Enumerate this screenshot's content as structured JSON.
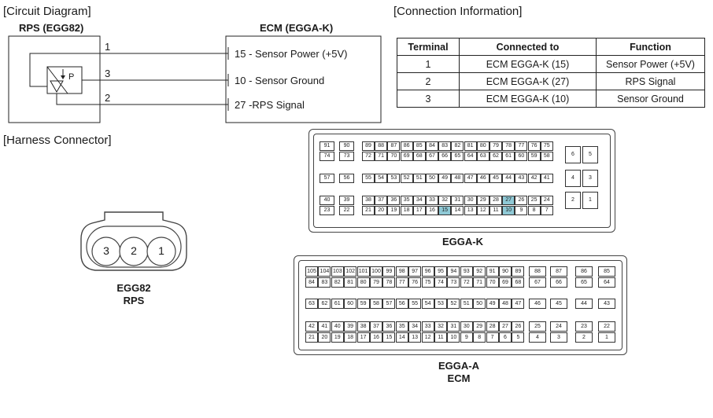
{
  "headings": {
    "circuit": "[Circuit Diagram]",
    "connection": "[Connection Information]",
    "harness": "[Harness Connector]"
  },
  "circuit": {
    "sensor_title": "RPS (EGG82)",
    "ecm_title": "ECM (EGGA-K)",
    "sensor_symbol": "P",
    "sensor_pins": [
      "1",
      "3",
      "2"
    ],
    "ecm_pins": [
      {
        "num": "15",
        "label": "- Sensor Power (+5V)"
      },
      {
        "num": "10",
        "label": "- Sensor Ground"
      },
      {
        "num": "27",
        "label": "-RPS Signal"
      }
    ]
  },
  "table": {
    "headers": [
      "Terminal",
      "Connected to",
      "Function"
    ],
    "rows": [
      [
        "1",
        "ECM EGGA-K (15)",
        "Sensor Power (+5V)"
      ],
      [
        "2",
        "ECM EGGA-K (27)",
        "RPS Signal"
      ],
      [
        "3",
        "ECM EGGA-K (10)",
        "Sensor Ground"
      ]
    ]
  },
  "rps_connector": {
    "pins": [
      "3",
      "2",
      "1"
    ],
    "label_line1": "EGG82",
    "label_line2": "RPS"
  },
  "egga_k": {
    "label": "EGGA-K",
    "highlight": [
      "15",
      "27",
      "10"
    ],
    "highlight_color": "#8fc9d6",
    "left_col": [
      [
        "91",
        "74"
      ],
      [
        "57"
      ],
      [
        "40",
        "23"
      ]
    ],
    "second_col": [
      [
        "90",
        "73"
      ],
      [
        "56"
      ],
      [
        "39",
        "22"
      ]
    ],
    "main_block": [
      [
        "89",
        "88",
        "87",
        "86",
        "85",
        "84",
        "83",
        "82",
        "81",
        "80",
        "79",
        "78",
        "77",
        "76",
        "75"
      ],
      [
        "72",
        "71",
        "70",
        "69",
        "68",
        "67",
        "66",
        "65",
        "64",
        "63",
        "62",
        "61",
        "60",
        "59",
        "58"
      ],
      [
        "55",
        "54",
        "53",
        "52",
        "51",
        "50",
        "49",
        "48",
        "47",
        "46",
        "45",
        "44",
        "43",
        "42",
        "41"
      ],
      [
        "38",
        "37",
        "36",
        "35",
        "34",
        "33",
        "32",
        "31",
        "30",
        "29",
        "28",
        "27",
        "26",
        "25",
        "24"
      ],
      [
        "21",
        "20",
        "19",
        "18",
        "17",
        "16",
        "15",
        "14",
        "13",
        "12",
        "11",
        "10",
        "9",
        "8",
        "7"
      ]
    ],
    "right_pins": [
      [
        "6",
        "5"
      ],
      [
        "4",
        "3"
      ],
      [
        "2",
        "1"
      ]
    ]
  },
  "egga_a": {
    "label": "EGGA-A",
    "sublabel": "ECM",
    "main_block": [
      [
        "105",
        "104",
        "103",
        "102",
        "101",
        "100",
        "99",
        "98",
        "97",
        "96",
        "95",
        "94",
        "93",
        "92",
        "91",
        "90",
        "89"
      ],
      [
        "84",
        "83",
        "82",
        "81",
        "80",
        "79",
        "78",
        "77",
        "76",
        "75",
        "74",
        "73",
        "72",
        "71",
        "70",
        "69",
        "68"
      ],
      [
        "63",
        "62",
        "61",
        "60",
        "59",
        "58",
        "57",
        "56",
        "55",
        "54",
        "53",
        "52",
        "51",
        "50",
        "49",
        "48",
        "47"
      ],
      [
        "42",
        "41",
        "40",
        "39",
        "38",
        "37",
        "36",
        "35",
        "34",
        "33",
        "32",
        "31",
        "30",
        "29",
        "28",
        "27",
        "26"
      ],
      [
        "21",
        "20",
        "19",
        "18",
        "17",
        "16",
        "15",
        "14",
        "13",
        "12",
        "11",
        "10",
        "9",
        "8",
        "7",
        "6",
        "5"
      ]
    ],
    "right_cols": [
      [
        "88",
        "67",
        "46",
        "25",
        "4"
      ],
      [
        "87",
        "66",
        "45",
        "24",
        "3"
      ],
      [
        "86",
        "65",
        "44",
        "23",
        "2"
      ],
      [
        "85",
        "64",
        "43",
        "22",
        "1"
      ]
    ]
  }
}
